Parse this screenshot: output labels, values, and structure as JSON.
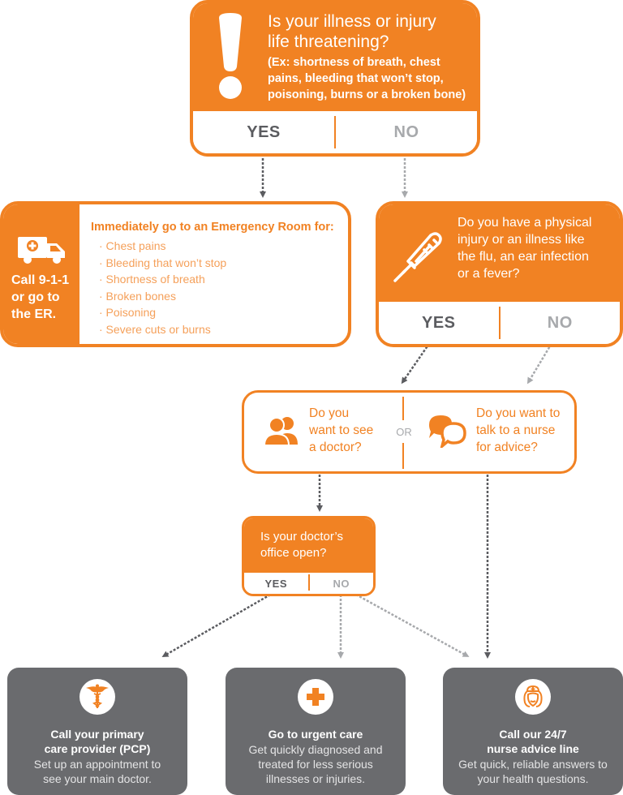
{
  "colors": {
    "orange": "#f18223",
    "light_orange_text": "#f5a05a",
    "dark_gray": "#5b5c60",
    "light_gray": "#a7a9ac",
    "card_gray": "#6a6b6e"
  },
  "q1": {
    "icon": "exclamation-icon",
    "title_line1": "Is your illness or injury",
    "title_line2": "life threatening?",
    "examples_line1": "(Ex: shortness of breath, chest",
    "examples_line2": "pains, bleeding that won’t stop,",
    "examples_line3": "poisoning, burns or a broken bone)",
    "yes": "YES",
    "no": "NO"
  },
  "er": {
    "icon": "ambulance-icon",
    "side_line1": "Call 9-1-1",
    "side_line2": "or go to",
    "side_line3": "the ER.",
    "heading": "Immediately go to an Emergency Room for:",
    "items": [
      "· Chest pains",
      "· Bleeding that won’t stop",
      "· Shortness of breath",
      "· Broken bones",
      "· Poisoning",
      "· Severe cuts or burns"
    ]
  },
  "q2": {
    "icon": "thermometer-icon",
    "line1": "Do you have a physical",
    "line2": "injury or an illness like",
    "line3": "the flu, an ear infection",
    "line4": "or a fever?",
    "yes": "YES",
    "no": "NO"
  },
  "q3": {
    "doctor_icon": "people-icon",
    "doctor_line1": "Do you",
    "doctor_line2": "want to see",
    "doctor_line3": "a doctor?",
    "or": "OR",
    "nurse_icon": "chat-bubbles-icon",
    "nurse_line1": "Do you want to",
    "nurse_line2": "talk to a nurse",
    "nurse_line3": "for advice?"
  },
  "q4": {
    "line1": "Is your doctor’s",
    "line2": "office open?",
    "yes": "YES",
    "no": "NO"
  },
  "outcomes": [
    {
      "icon": "caduceus-icon",
      "title_line1": "Call your primary",
      "title_line2": "care provider (PCP)",
      "desc_line1": "Set up an appointment to",
      "desc_line2": "see your main doctor."
    },
    {
      "icon": "medical-cross-icon",
      "title_line1": "Go to urgent care",
      "desc_line1": "Get quickly diagnosed and",
      "desc_line2": "treated for less serious",
      "desc_line3": "illnesses or injuries."
    },
    {
      "icon": "nurse-icon",
      "title_line1": "Call our 24/7",
      "title_line2": "nurse advice line",
      "desc_line1": "Get quick, reliable answers to",
      "desc_line2": "your health questions."
    }
  ]
}
